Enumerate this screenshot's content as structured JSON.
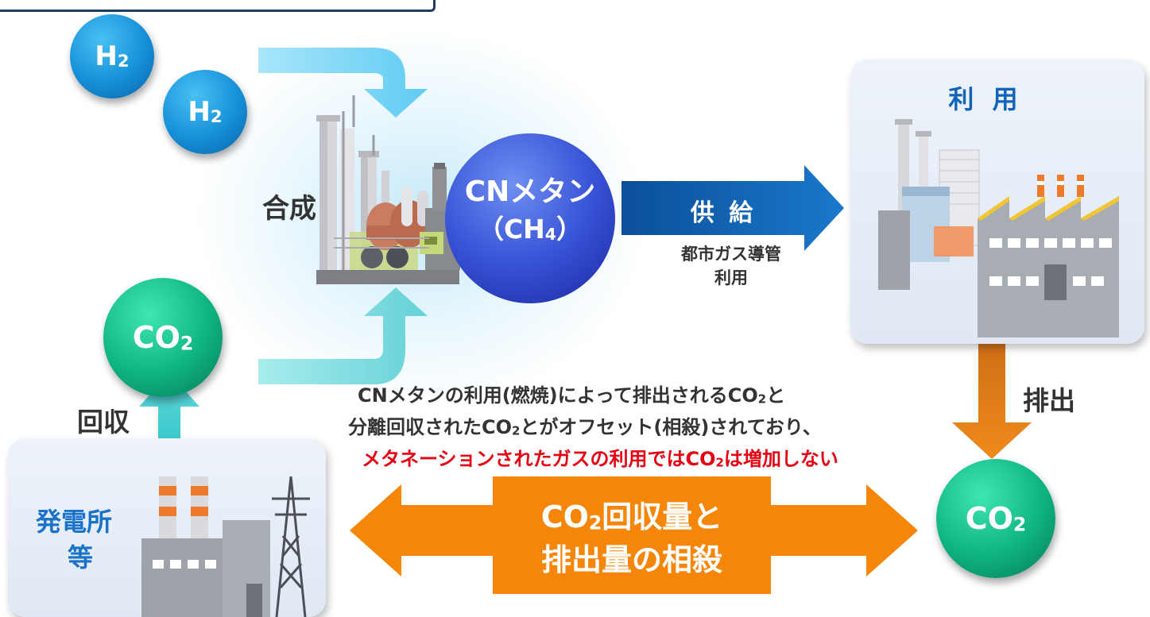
{
  "h2_top": "H2",
  "h2_bottom": "H2",
  "synthesis_label": "合成",
  "methane_line1": "CNメタン",
  "methane_line2": "（CH4）",
  "supply_label": "供 給",
  "pipeline_line1": "都市ガス導管",
  "pipeline_line2": "利用",
  "usage_title": "利 用",
  "emission_label": "排出",
  "capture_label": "回収",
  "co2_left": "CO2",
  "co2_right": "CO2",
  "source_line1": "発電所",
  "source_line2": "等",
  "explanation_line1": "CNメタンの利用(燃焼)によって排出されるCO2と",
  "explanation_line2": "分離回収されたCO2とがオフセット(相殺)されており、",
  "explanation_line3": "メタネーションされたガスの利用ではCO2は増加しない",
  "offset_line1": "CO2回収量と",
  "offset_line2": "排出量の相殺",
  "colors": {
    "h2_blue": "#1590d8",
    "co2_green": "#0fb382",
    "methane_blue": "#3a55d8",
    "supply_arrow": "#0c62b0",
    "emission_arrow": "#e07a10",
    "capture_arrow": "#3fcfd0",
    "offset_arrow": "#f5860a",
    "highlight_red": "#e60012",
    "source_label_blue": "#1a73c9"
  }
}
